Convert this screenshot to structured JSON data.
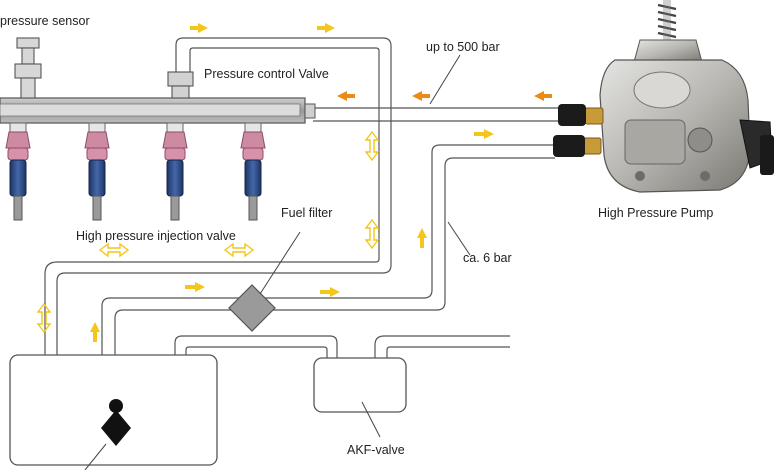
{
  "labels": {
    "pressure_sensor": "pressure sensor",
    "pressure_control_valve": "Pressure control Valve",
    "up_to_500_bar": "up to 500 bar",
    "high_pressure_pump": "High Pressure Pump",
    "fuel_filter": "Fuel filter",
    "injection_valve": "High pressure injection valve",
    "ca_6_bar": "ca. 6 bar",
    "akf_valve": "AKF-valve"
  },
  "colors": {
    "pipe_stroke": "#555555",
    "rail_fill": "#a9a9a9",
    "high_pressure_arrow": "#ec8a18",
    "low_pressure_arrow": "#f3c619",
    "injector_cap": "#cf8aa3",
    "injector_body": "#2e4f86",
    "filter_fill": "#9a9a9a"
  },
  "icons": {
    "injector": "injector-icon",
    "pump": "pump-icon",
    "fuel_filter": "fuel-filter-icon",
    "fuel_level_sender": "float-icon"
  }
}
